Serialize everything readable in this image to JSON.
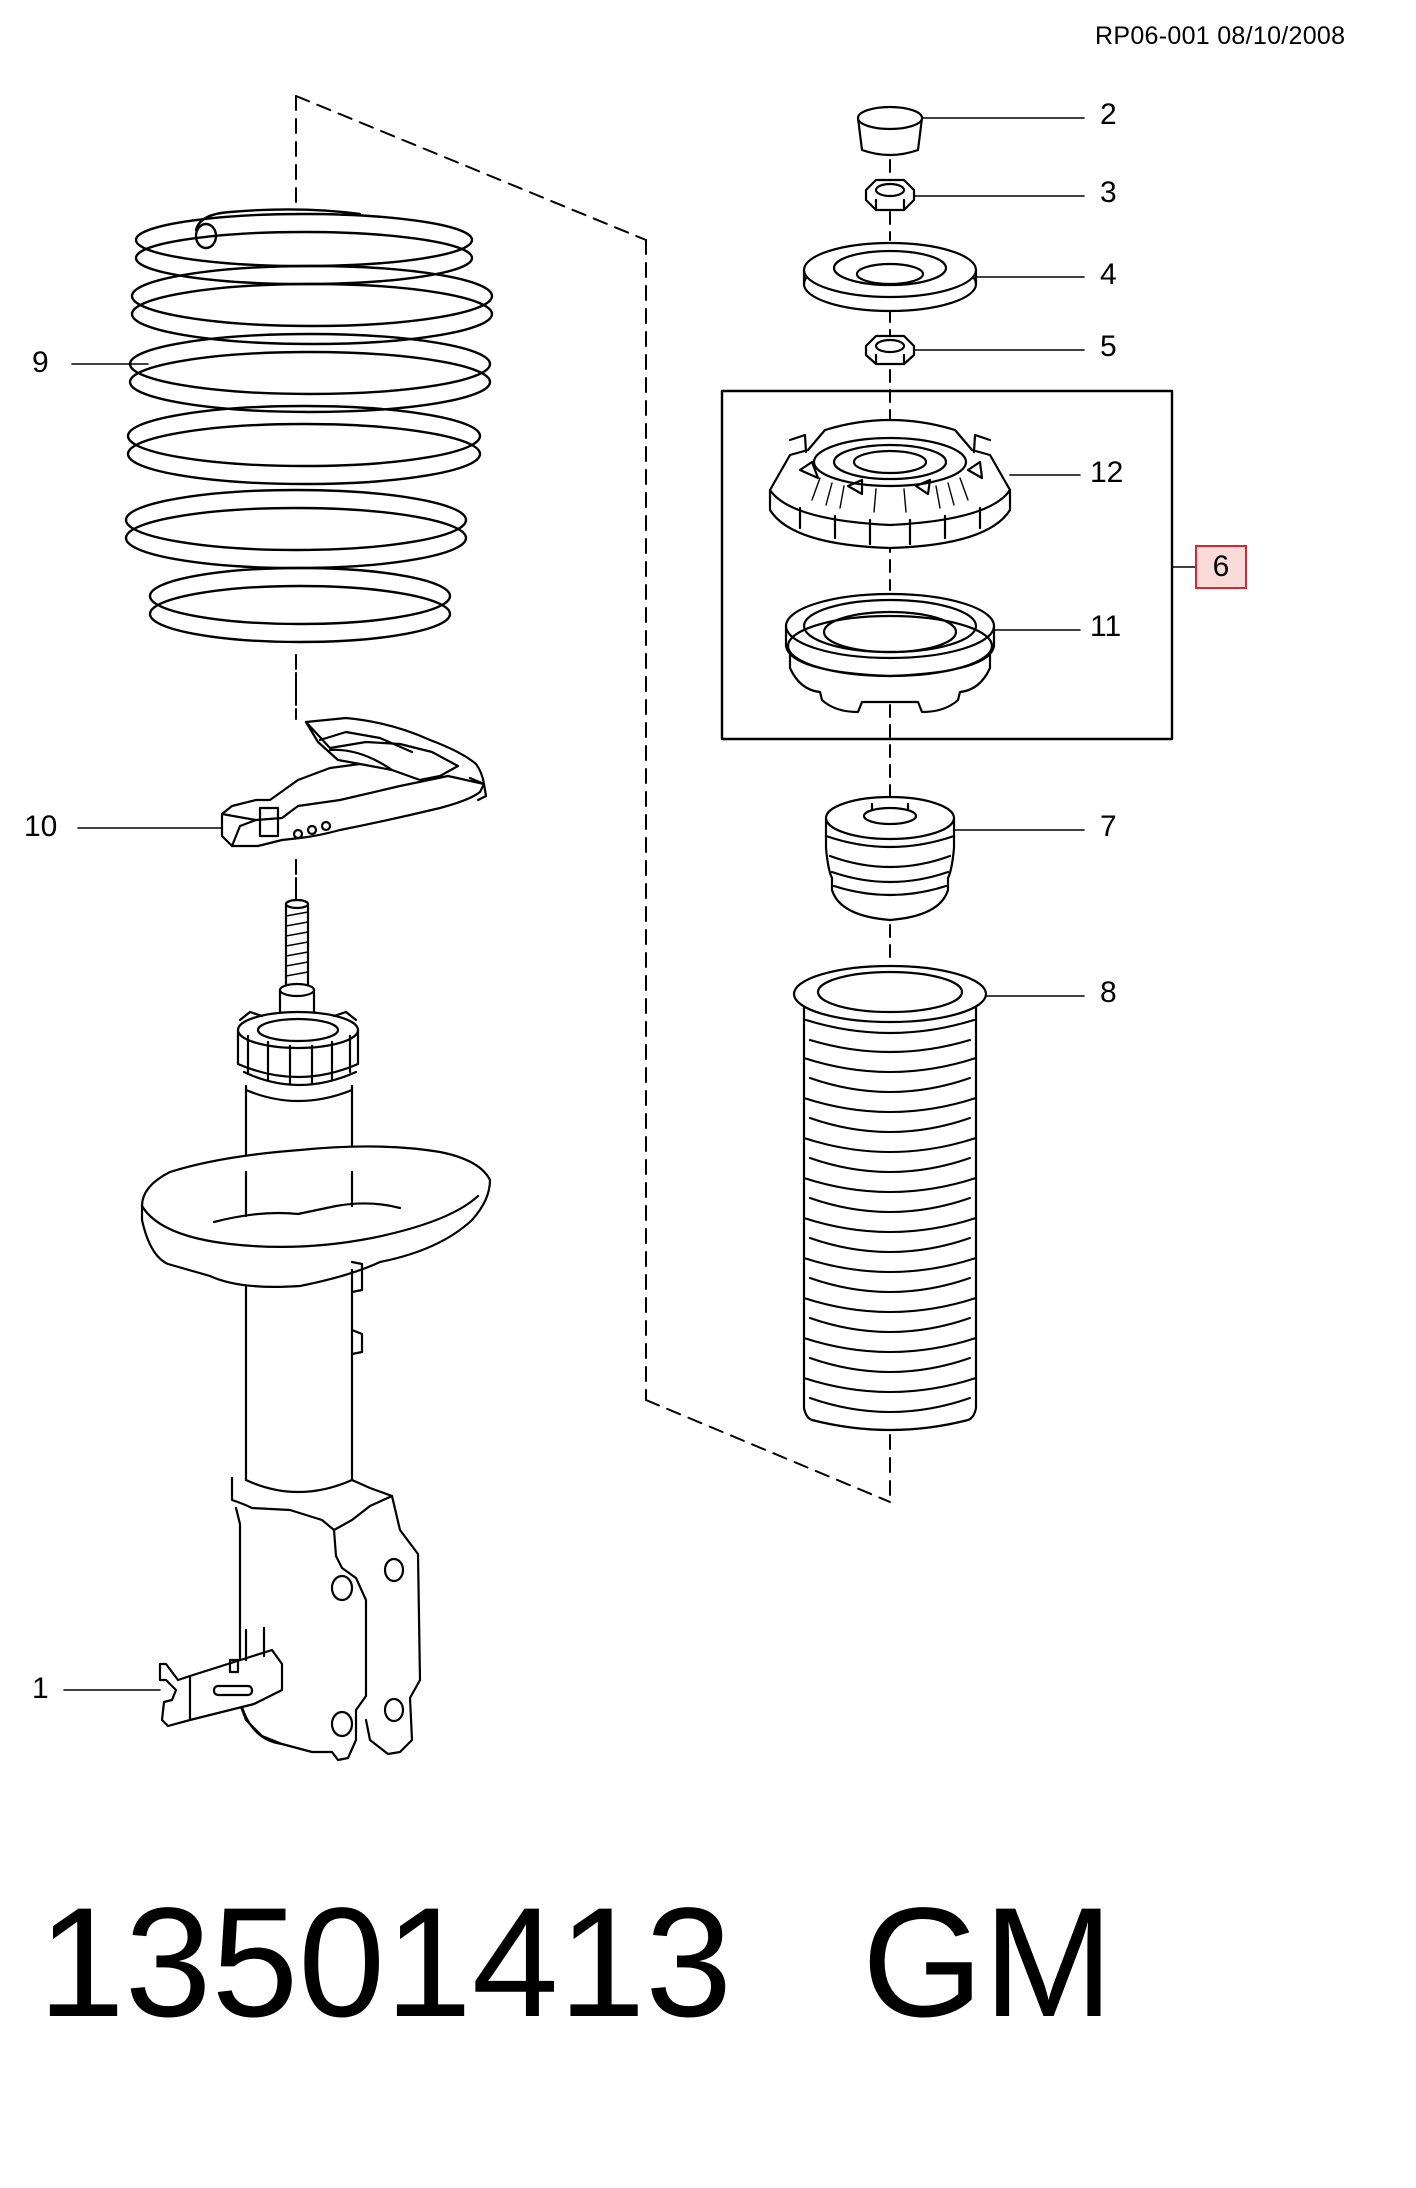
{
  "header": {
    "doc_code": "RP06-001 08/10/2008"
  },
  "callouts": [
    {
      "id": "1",
      "label": "1"
    },
    {
      "id": "2",
      "label": "2"
    },
    {
      "id": "3",
      "label": "3"
    },
    {
      "id": "4",
      "label": "4"
    },
    {
      "id": "5",
      "label": "5"
    },
    {
      "id": "6",
      "label": "6"
    },
    {
      "id": "7",
      "label": "7"
    },
    {
      "id": "8",
      "label": "8"
    },
    {
      "id": "9",
      "label": "9"
    },
    {
      "id": "10",
      "label": "10"
    },
    {
      "id": "11",
      "label": "11"
    },
    {
      "id": "12",
      "label": "12"
    }
  ],
  "footer": {
    "part_number": "13501413",
    "brand": "GM"
  },
  "colors": {
    "line": "#000000",
    "highlight_border": "#d7262e",
    "highlight_fill": "#fbdada",
    "background": "#ffffff"
  }
}
